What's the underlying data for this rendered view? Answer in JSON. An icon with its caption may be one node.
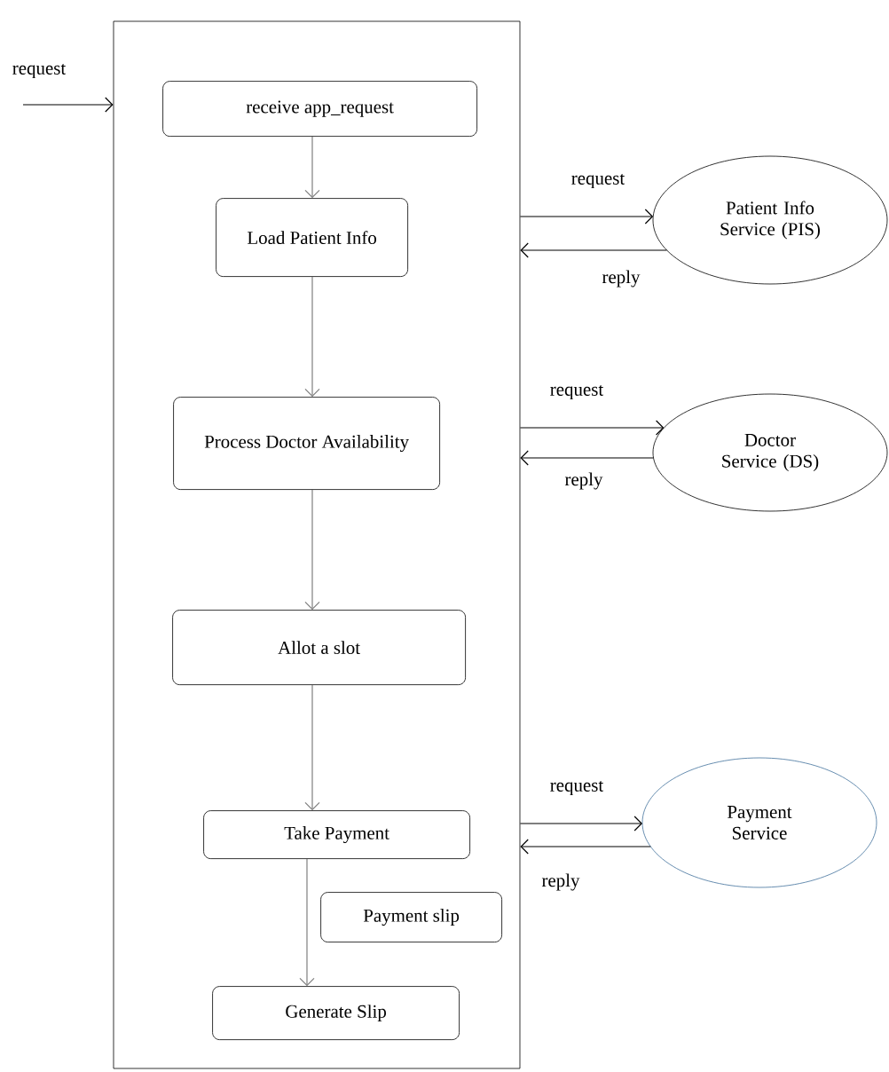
{
  "diagram": {
    "nodes": [
      {
        "text": [],
        "shape": "box"
      },
      {
        "text": [
          "receive app_request"
        ],
        "in": 0
      },
      {
        "text": [
          "Load Patient Info"
        ],
        "in": 0
      },
      {
        "text": [
          "Process Doctor Availability"
        ],
        "in": 0
      },
      {
        "text": [
          "Allot a slot"
        ],
        "in": 0
      },
      {
        "text": [
          "Take Payment"
        ],
        "in": 0
      },
      {
        "text": [
          "Payment slip"
        ],
        "in": 0
      },
      {
        "text": [
          "Generate Slip"
        ],
        "in": 0
      },
      {
        "text": [
          "Patient Info Service (PIS)"
        ]
      },
      {
        "text": [
          "Doctor Service (DS)"
        ]
      },
      {
        "text": [
          "Payment Service"
        ]
      }
    ],
    "edges": [
      {
        "from": null,
        "to": 0,
        "arrow": "to",
        "label": "request"
      },
      {
        "from": 1,
        "to": 2,
        "arrow": "to",
        "color": "#7f7f7f"
      },
      {
        "from": 2,
        "to": 3,
        "arrow": "to",
        "color": "#7f7f7f"
      },
      {
        "from": 3,
        "to": 4,
        "arrow": "to",
        "color": "#7f7f7f"
      },
      {
        "from": 4,
        "to": 5,
        "arrow": "to",
        "color": "#7f7f7f"
      },
      {
        "from": 5,
        "to": 7,
        "arrow": "to",
        "color": "#7f7f7f"
      },
      {
        "from": 0,
        "to": 8,
        "arrow": "to",
        "label": "request"
      },
      {
        "from": 8,
        "to": 0,
        "arrow": "to",
        "label": "reply"
      },
      {
        "from": 0,
        "to": 9,
        "arrow": "to",
        "label": "request"
      },
      {
        "from": 9,
        "to": 0,
        "arrow": "to",
        "label": "reply"
      },
      {
        "from": 0,
        "to": 10,
        "arrow": "to",
        "label": "request"
      },
      {
        "from": 10,
        "to": 0,
        "arrow": "to",
        "label": "reply"
      }
    ]
  }
}
